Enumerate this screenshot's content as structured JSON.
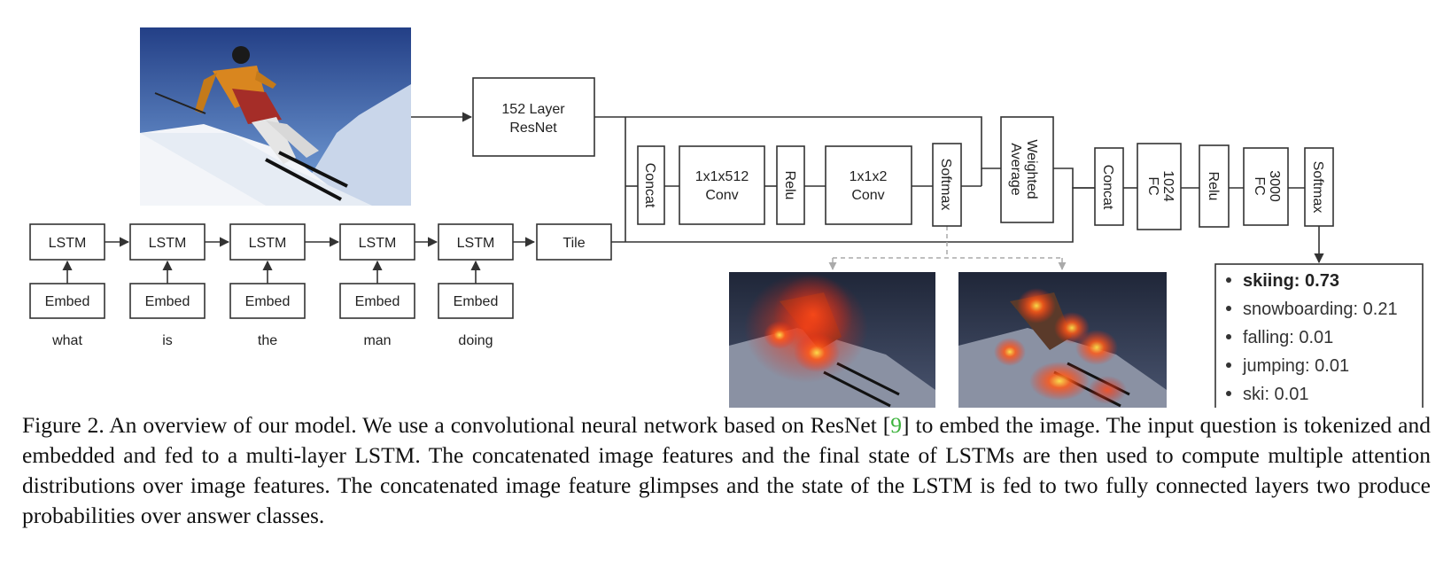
{
  "diagram": {
    "resnet_label": [
      "152 Layer",
      "ResNet"
    ],
    "lstm_label": "LSTM",
    "embed_label": "Embed",
    "tile_label": "Tile",
    "words": [
      "what",
      "is",
      "the",
      "man",
      "doing"
    ],
    "attention_blocks": {
      "concat": "Concat",
      "conv1": [
        "1x1x512",
        "Conv"
      ],
      "relu": "Relu",
      "conv2": [
        "1x1x2",
        "Conv"
      ],
      "softmax": "Softmax",
      "weighted_average": [
        "Weighted",
        "Average"
      ]
    },
    "classifier_blocks": {
      "concat": "Concat",
      "fc1": [
        "1024",
        "FC"
      ],
      "relu": "Relu",
      "fc2": [
        "3000",
        "FC"
      ],
      "softmax": "Softmax"
    },
    "answers": [
      {
        "label": "skiing: 0.73",
        "top": true
      },
      {
        "label": "snowboarding: 0.21",
        "top": false
      },
      {
        "label": "falling: 0.01",
        "top": false
      },
      {
        "label": "jumping: 0.01",
        "top": false
      },
      {
        "label": "ski: 0.01",
        "top": false
      }
    ],
    "colors": {
      "sky_top": "#2b56a0",
      "sky_bottom": "#6d9ad8",
      "snow": "#f2f4f8",
      "jacket_orange": "#e08a1e",
      "jacket_red": "#b5302a",
      "dim_sky": "#2a3248",
      "dim_snow": "#8e95a6",
      "heat": "#ff3b10",
      "heat_core": "#ffe24a",
      "ref_green": "#3db33d"
    }
  },
  "caption": {
    "part1": "Figure 2. An overview of our model. We use a convolutional neural network based on ResNet [",
    "ref": "9",
    "part2": "] to embed the image. The input question is tokenized and embedded and fed to a multi-layer LSTM. The concatenated image features and the final state of LSTMs are then used to compute multiple attention distributions over image features. The concatenated image feature glimpses and the state of the LSTM is fed to two fully connected layers two produce probabilities over answer classes."
  }
}
